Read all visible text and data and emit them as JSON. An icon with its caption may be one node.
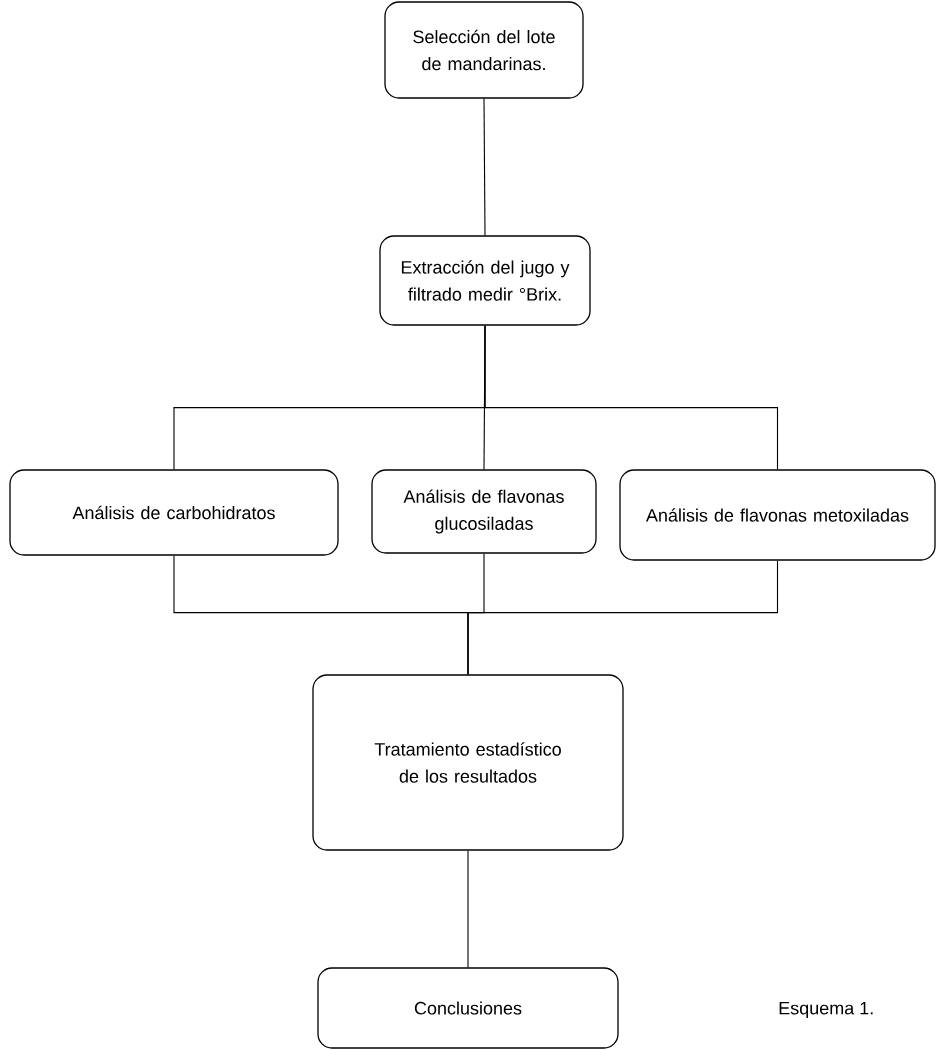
{
  "diagram": {
    "caption": "Esquema 1.",
    "nodes": [
      {
        "text": [
          "Selección del lote de mandarinas."
        ]
      },
      {
        "text": [
          "Extracción del jugo y filtrado medir °Brix."
        ]
      },
      {
        "text": [
          "Análisis de carbohidratos"
        ]
      },
      {
        "text": [
          "Análisis de flavonas glucosiladas"
        ]
      },
      {
        "text": [
          "Análisis de flavonas metoxiladas"
        ]
      },
      {
        "text": [
          "Tratamiento estadístico de los resultados"
        ]
      },
      {
        "text": [
          "Conclusiones"
        ]
      }
    ],
    "edges": [
      {
        "from": 0,
        "to": 1,
        "arrow": "none"
      },
      {
        "from": 1,
        "to": 2,
        "arrow": "none"
      },
      {
        "from": 1,
        "to": 3,
        "arrow": "none"
      },
      {
        "from": 1,
        "to": 4,
        "arrow": "none"
      },
      {
        "from": 2,
        "to": 5,
        "arrow": "none"
      },
      {
        "from": 3,
        "to": 5,
        "arrow": "none"
      },
      {
        "from": 4,
        "to": 5,
        "arrow": "none"
      },
      {
        "from": 5,
        "to": 6,
        "arrow": "none"
      }
    ]
  }
}
